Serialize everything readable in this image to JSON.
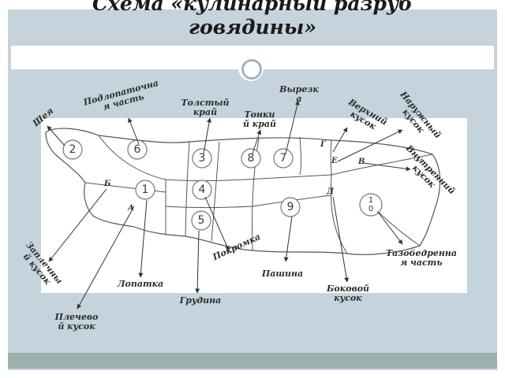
{
  "title": {
    "line1": "Схема «кулинарный разруб",
    "line2": "говядины»"
  },
  "cut_numbers": [
    "1",
    "2",
    "3",
    "4",
    "5",
    "6",
    "7",
    "8",
    "9",
    "1",
    "0"
  ],
  "letters": [
    "А",
    "Б",
    "В",
    "Г",
    "Д",
    "Е"
  ],
  "labels": {
    "shea": "Шея",
    "podlopatochnaya": "Подлопаточна\nя часть",
    "tolsty": "Толстый\nкрай",
    "tonky": "Тонки\nй край",
    "vyrezka": "Вырезк\nа",
    "verkhny": "Верхний\nкусок",
    "naruzhny": "Наружный\nкусок",
    "vnutrenny": "Внутренний\nкусок",
    "zaplechny": "Заплечны\nй кусок",
    "pokromka": "Покромка",
    "tazobedrennaya": "Тазобедренна\nя часть",
    "pashina": "Пашина",
    "lopatka": "Лопатка",
    "bokovoy": "Боковой\nкусок",
    "grudina": "Грудина",
    "plechevoy": "Плечево\nй кусок"
  },
  "colors": {
    "slide_bg": "#c5d3dc",
    "footer": "#9cb0ad",
    "outline": "#555555",
    "arrow": "#333333"
  }
}
